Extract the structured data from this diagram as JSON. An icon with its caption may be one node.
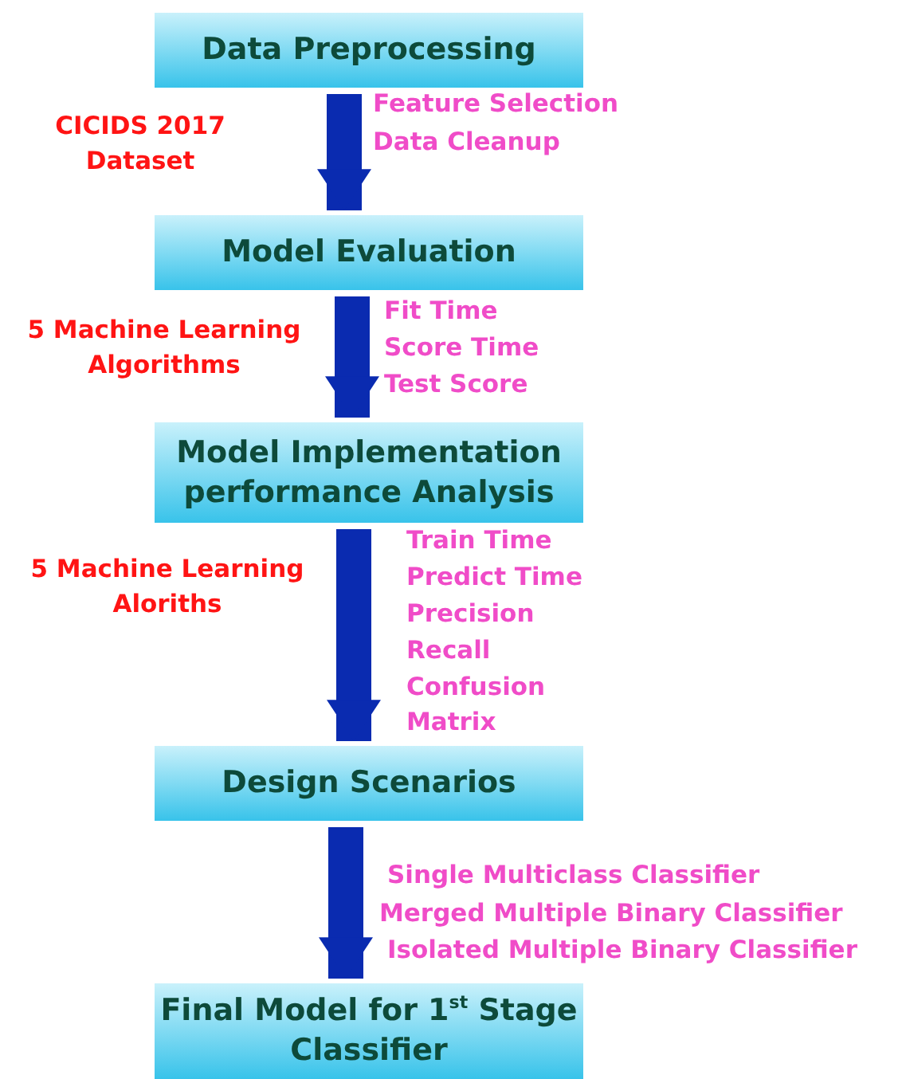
{
  "diagram": {
    "nodes": [
      {
        "text": [
          "Data Preprocessing"
        ]
      },
      {
        "text": [
          "Model Evaluation"
        ]
      },
      {
        "text": [
          "Model Implementation performance Analysis"
        ]
      },
      {
        "text": [
          "Design Scenarios"
        ]
      },
      {
        "text": [
          "Final Model for 1$^{st}$ Stage Classifier"
        ]
      }
    ],
    "edges": [
      {
        "from": 0,
        "to": 1,
        "arrow": "to"
      },
      {
        "from": 1,
        "to": 2,
        "arrow": "to"
      },
      {
        "from": 2,
        "to": 3,
        "arrow": "to"
      },
      {
        "from": 3,
        "to": 4,
        "arrow": "to"
      }
    ],
    "labels": [
      "CICIDS 2017 Dataset",
      "Feature Selection",
      "Data Cleanup",
      "5 Machine Learning Algorithms",
      "Fit Time",
      "Score Time",
      "Test Score",
      "5 Machine Learning Aloriths",
      "Train Time",
      "Predict Time",
      "Precision",
      "Recall",
      "Confusion Matrix",
      "Single Multiclass Classifier",
      "Merged Multiple Binary Classifier",
      "Isolated Multiple Binary Classifier"
    ]
  }
}
